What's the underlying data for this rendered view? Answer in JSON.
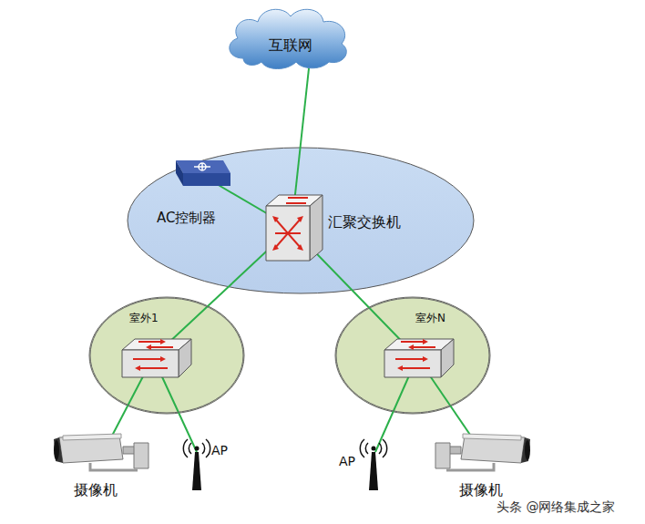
{
  "diagram": {
    "nodes": [
      {
        "text": [
          "互联网"
        ]
      },
      {
        "text": [
          "AC控制器"
        ]
      },
      {
        "text": [
          "汇聚交换机"
        ]
      },
      {
        "text": [
          "室外1"
        ]
      },
      {
        "text": [
          "室外N"
        ]
      },
      {
        "text": [
          "摄像机"
        ]
      },
      {
        "text": [
          "AP"
        ]
      },
      {
        "text": [
          "AP"
        ]
      },
      {
        "text": [
          "摄像机"
        ]
      }
    ],
    "edges": [
      {
        "from": 2,
        "to": 0,
        "arrow": "none"
      },
      {
        "from": 1,
        "to": 2,
        "arrow": "none"
      },
      {
        "from": 2,
        "to": 3,
        "arrow": "none"
      },
      {
        "from": 2,
        "to": 4,
        "arrow": "none"
      },
      {
        "from": 3,
        "to": 5,
        "arrow": "none"
      },
      {
        "from": 3,
        "to": 6,
        "arrow": "none"
      },
      {
        "from": 4,
        "to": 7,
        "arrow": "none"
      },
      {
        "from": 4,
        "to": 8,
        "arrow": "none"
      }
    ],
    "labels": [
      "头条 @网络集成之家"
    ]
  }
}
